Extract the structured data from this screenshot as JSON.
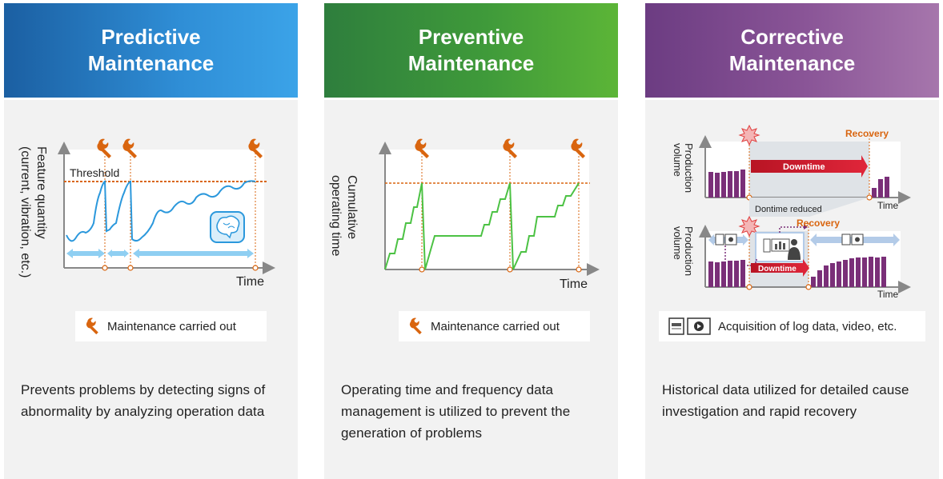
{
  "colors": {
    "predictive": "#2a7fc9",
    "preventive": "#3f9a3a",
    "corrective": "#8a5597",
    "threshold_line": "#d9650f",
    "feature_curve": "#2b98dc",
    "operating_curve": "#4cc244",
    "downtime": "#d42030",
    "production_bar": "#7a2f78"
  },
  "panels": [
    {
      "title_line1": "Predictive",
      "title_line2": "Maintenance",
      "diagram": {
        "y_label_line1": "Feature quantity",
        "y_label_line2": "(current, vibration, etc.)",
        "threshold_label": "Threshold",
        "x_label": "Time",
        "icons": [
          "wrench-icon",
          "brain-icon",
          "double-arrow-icon"
        ]
      },
      "legend": {
        "icon": "wrench-icon",
        "label": "Maintenance carried out"
      },
      "description": "Prevents problems by detecting signs of abnormality by analyzing operation data"
    },
    {
      "title_line1": "Preventive",
      "title_line2": "Maintenance",
      "diagram": {
        "y_label_line1": "Cumulative",
        "y_label_line2": "operating time",
        "x_label": "Time",
        "icons": [
          "wrench-icon"
        ]
      },
      "legend": {
        "icon": "wrench-icon",
        "label": "Maintenance carried out"
      },
      "description": "Operating time and frequency data management is utilized to prevent the generation of problems"
    },
    {
      "title_line1": "Corrective",
      "title_line2": "Maintenance",
      "diagram": {
        "top_y_label_line1": "Production",
        "top_y_label_line2": "volume",
        "bottom_y_label_line1": "Production",
        "bottom_y_label_line2": "volume",
        "recovery_top": "Recovery",
        "recovery_bottom": "Recovery",
        "downtime_top": "Downtime",
        "downtime_bottom": "Downtime",
        "downtime_reduced": "Dontime reduced",
        "x_label_top": "Time",
        "x_label_bottom": "Time",
        "icons": [
          "alert-burst-icon",
          "log-file-icon",
          "video-icon",
          "operator-pc-icon"
        ]
      },
      "legend": {
        "icon": "log-video-icon",
        "label": "Acquisition of log data, video, etc."
      },
      "description": "Historical data utilized for detailed cause investigation and rapid recovery"
    }
  ]
}
